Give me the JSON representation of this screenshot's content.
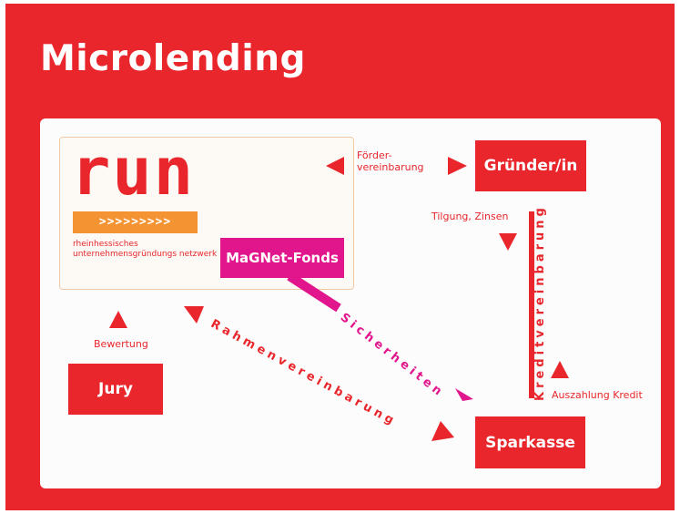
{
  "title": "Microlending",
  "run": {
    "logo": "run",
    "arrows": ">>>>>>>>>",
    "subtitle": "rheinhessisches unternehmensgründungs netzwerk"
  },
  "nodes": {
    "gruender": "Gründer/in",
    "jury": "Jury",
    "sparkasse": "Sparkasse",
    "magnet": "MaGNet-Fonds"
  },
  "labels": {
    "foerdervereinbarung": "Förder-\nvereinbarung",
    "tilgung_zinsen": "Tilgung, Zinsen",
    "bewertung": "Bewertung",
    "auszahlung_kredit": "Auszahlung Kredit",
    "rahmenvereinbarung": "Rahmenvereinbarung",
    "sicherheiten": "Sicherheiten",
    "kreditvereinbarung": "Kreditvereinbarung"
  },
  "colors": {
    "red": "#e8262b",
    "magenta": "#e2168c",
    "orange": "#f39332",
    "panel": "#fcfcfd"
  }
}
